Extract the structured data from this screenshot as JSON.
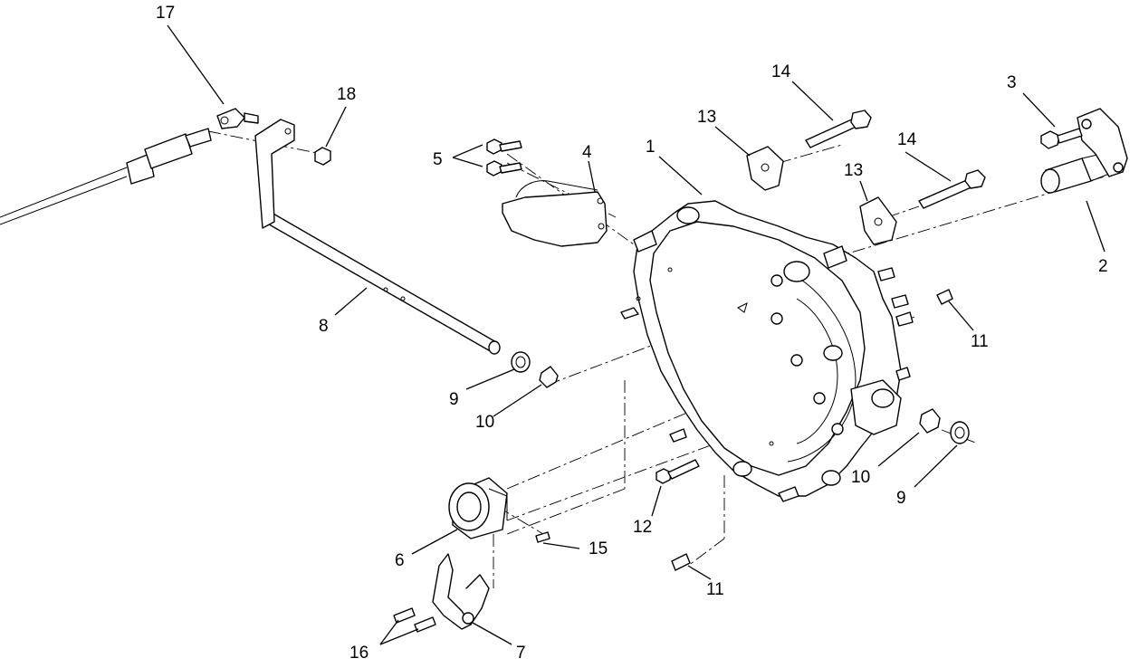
{
  "diagram": {
    "callouts": {
      "c1": "1",
      "c2": "2",
      "c3": "3",
      "c4": "4",
      "c5": "5",
      "c6": "6",
      "c7": "7",
      "c8": "8",
      "c9a": "9",
      "c9b": "9",
      "c10a": "10",
      "c10b": "10",
      "c11a": "11",
      "c11b": "11",
      "c12": "12",
      "c13a": "13",
      "c13b": "13",
      "c14a": "14",
      "c14b": "14",
      "c15": "15",
      "c16": "16",
      "c17": "17",
      "c18": "18"
    }
  }
}
